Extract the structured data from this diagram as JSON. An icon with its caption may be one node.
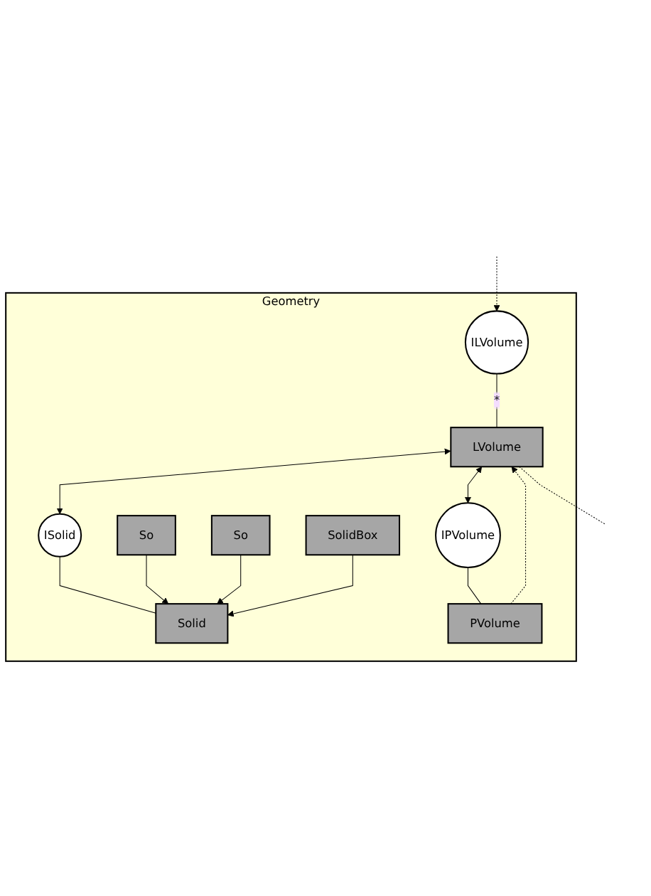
{
  "diagram": {
    "nodes": [
      {
        "text": [
          "Geometry"
        ]
      },
      {
        "text": [
          "ILVolume"
        ],
        "in": 0
      },
      {
        "text": [
          "LVolume"
        ],
        "in": 0
      },
      {
        "text": [
          "ISolid"
        ],
        "in": 0
      },
      {
        "text": [
          "IPVolume"
        ],
        "in": 0
      },
      {
        "text": [
          "Solid"
        ],
        "in": 0
      },
      {
        "text": [
          "PVolume"
        ],
        "in": 0
      },
      {
        "text": [
          "So"
        ],
        "in": 0
      },
      {
        "text": [
          "So"
        ],
        "in": 0
      },
      {
        "text": [
          "SolidBox"
        ],
        "in": 0
      }
    ],
    "edges": [
      {
        "from": null,
        "to": 1,
        "arrow": "to",
        "style": "dashed"
      },
      {
        "from": 1,
        "to": 2,
        "arrow": "none",
        "label": "*"
      },
      {
        "from": 2,
        "to": null,
        "arrow": "none",
        "style": "dashed"
      },
      {
        "from": 2,
        "to": 3,
        "arrow": "both"
      },
      {
        "from": 2,
        "to": 4,
        "arrow": "both"
      },
      {
        "from": 3,
        "to": 5,
        "arrow": "none"
      },
      {
        "from": 4,
        "to": 6,
        "arrow": "none"
      },
      {
        "from": 6,
        "to": 2,
        "arrow": "to",
        "style": "dashed"
      },
      {
        "from": 7,
        "to": 5,
        "arrow": "to"
      },
      {
        "from": 8,
        "to": 5,
        "arrow": "to"
      },
      {
        "from": 9,
        "to": 5,
        "arrow": "to"
      }
    ]
  }
}
